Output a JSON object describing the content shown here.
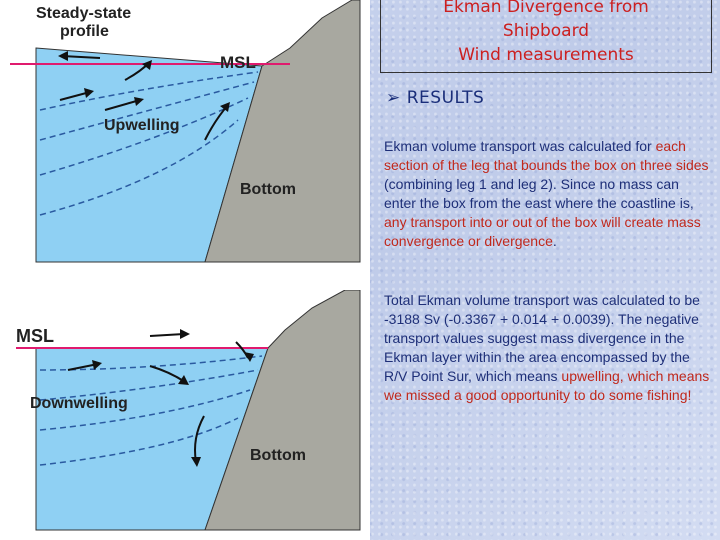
{
  "title": {
    "line1": "Ekman Divergence from",
    "line2": "Shipboard",
    "line3": "Wind measurements"
  },
  "results_heading": "RESULTS",
  "paragraph1": {
    "part1": "Ekman volume transport was calculated for ",
    "part2": "each section of the leg that bounds the box on three sides",
    "part3": " (combining leg 1 and leg 2). Since no mass can enter the box from the east where the coastline is, ",
    "part4": "any transport into or out of the box will create mass convergence or divergence",
    "part5": "."
  },
  "paragraph2": {
    "part1": "Total Ekman volume transport was calculated to be -3188 Sv (-0.3367 + 0.014 + 0.0039).  The negative transport values suggest mass divergence in the Ekman layer within the area encompassed by the R/V Point Sur, which means ",
    "part2": "upwelling, which means we missed a good opportunity to do some fishing!"
  },
  "diagram_top": {
    "label_title_1": "Steady-state",
    "label_title_2": "profile",
    "label_msl": "MSL",
    "label_process": "Upwelling",
    "label_bottom": "Bottom"
  },
  "diagram_bottom": {
    "label_msl": "MSL",
    "label_process": "Downwelling",
    "label_bottom": "Bottom"
  },
  "colors": {
    "water": "#8fd0f3",
    "land": "#a8a8a0",
    "msl_line": "#e01a6e",
    "text_blue": "#1e2f78",
    "text_red": "#c0281c"
  }
}
